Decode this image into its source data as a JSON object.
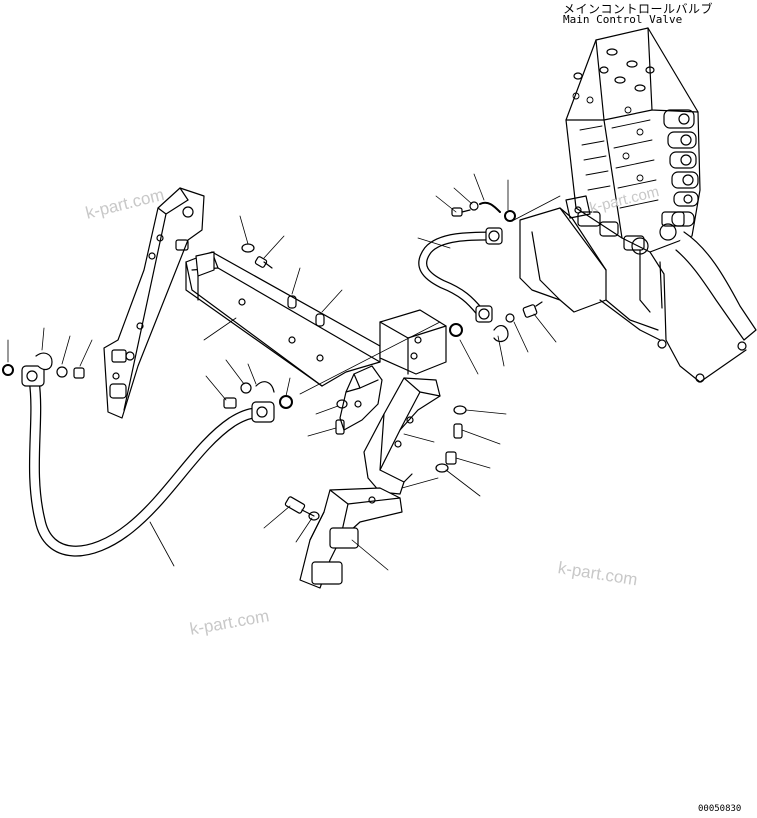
{
  "main_valve_label": {
    "japanese": "メインコントロールバルブ",
    "english": "Main Control Valve"
  },
  "watermarks": [
    "k-part.com",
    "k-part.com",
    "k-part.com",
    "k-part.com"
  ],
  "drawing_number": "00050830"
}
